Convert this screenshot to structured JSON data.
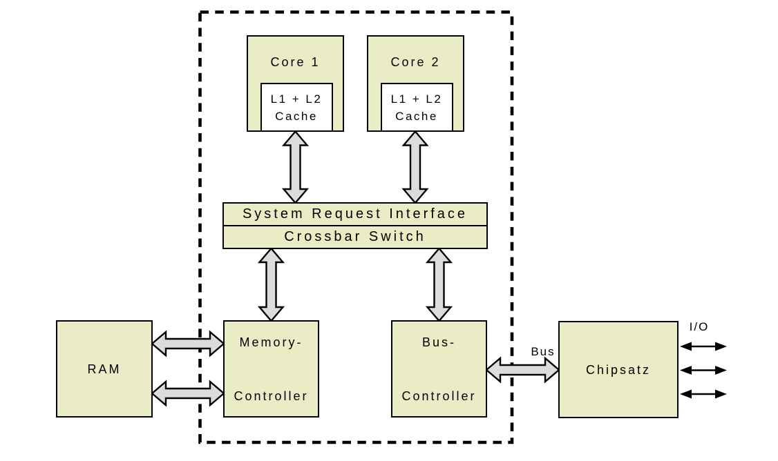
{
  "canvas": {
    "background": "#ffffff"
  },
  "colors": {
    "node_fill": "#e9ecc5",
    "cache_fill": "#ffffff",
    "block_arrow_fill": "#dcdcdc",
    "line": "#000000"
  },
  "nodes": {
    "core1": {
      "label": "Core 1"
    },
    "core2": {
      "label": "Core 2"
    },
    "cache1": {
      "lines": [
        "L1 + L2",
        "Cache"
      ]
    },
    "cache2": {
      "lines": [
        "L1 + L2",
        "Cache"
      ]
    },
    "sri": {
      "label": "System Request Interface"
    },
    "crossbar": {
      "label": "Crossbar Switch"
    },
    "ram": {
      "label": "RAM"
    },
    "memctrl": {
      "lines": [
        "Memory-",
        "Controller"
      ]
    },
    "busctrl": {
      "lines": [
        "Bus-",
        "Controller"
      ]
    },
    "chipsatz": {
      "label": "Chipsatz"
    }
  },
  "labels": {
    "bus": "Bus",
    "io": "I/O"
  },
  "connections": [
    {
      "from": "cache1",
      "to": "sri",
      "style": "block-double-arrow",
      "count": 1
    },
    {
      "from": "cache2",
      "to": "sri",
      "style": "block-double-arrow",
      "count": 1
    },
    {
      "from": "crossbar",
      "to": "memctrl",
      "style": "block-double-arrow",
      "count": 1
    },
    {
      "from": "crossbar",
      "to": "busctrl",
      "style": "block-double-arrow",
      "count": 1
    },
    {
      "from": "ram",
      "to": "memctrl",
      "style": "block-double-arrow",
      "count": 2
    },
    {
      "from": "busctrl",
      "to": "chipsatz",
      "style": "block-double-arrow",
      "count": 1,
      "label": "Bus"
    },
    {
      "from": "chipsatz",
      "to": "external-io",
      "style": "thin-double-arrow",
      "count": 3,
      "label": "I/O"
    }
  ]
}
